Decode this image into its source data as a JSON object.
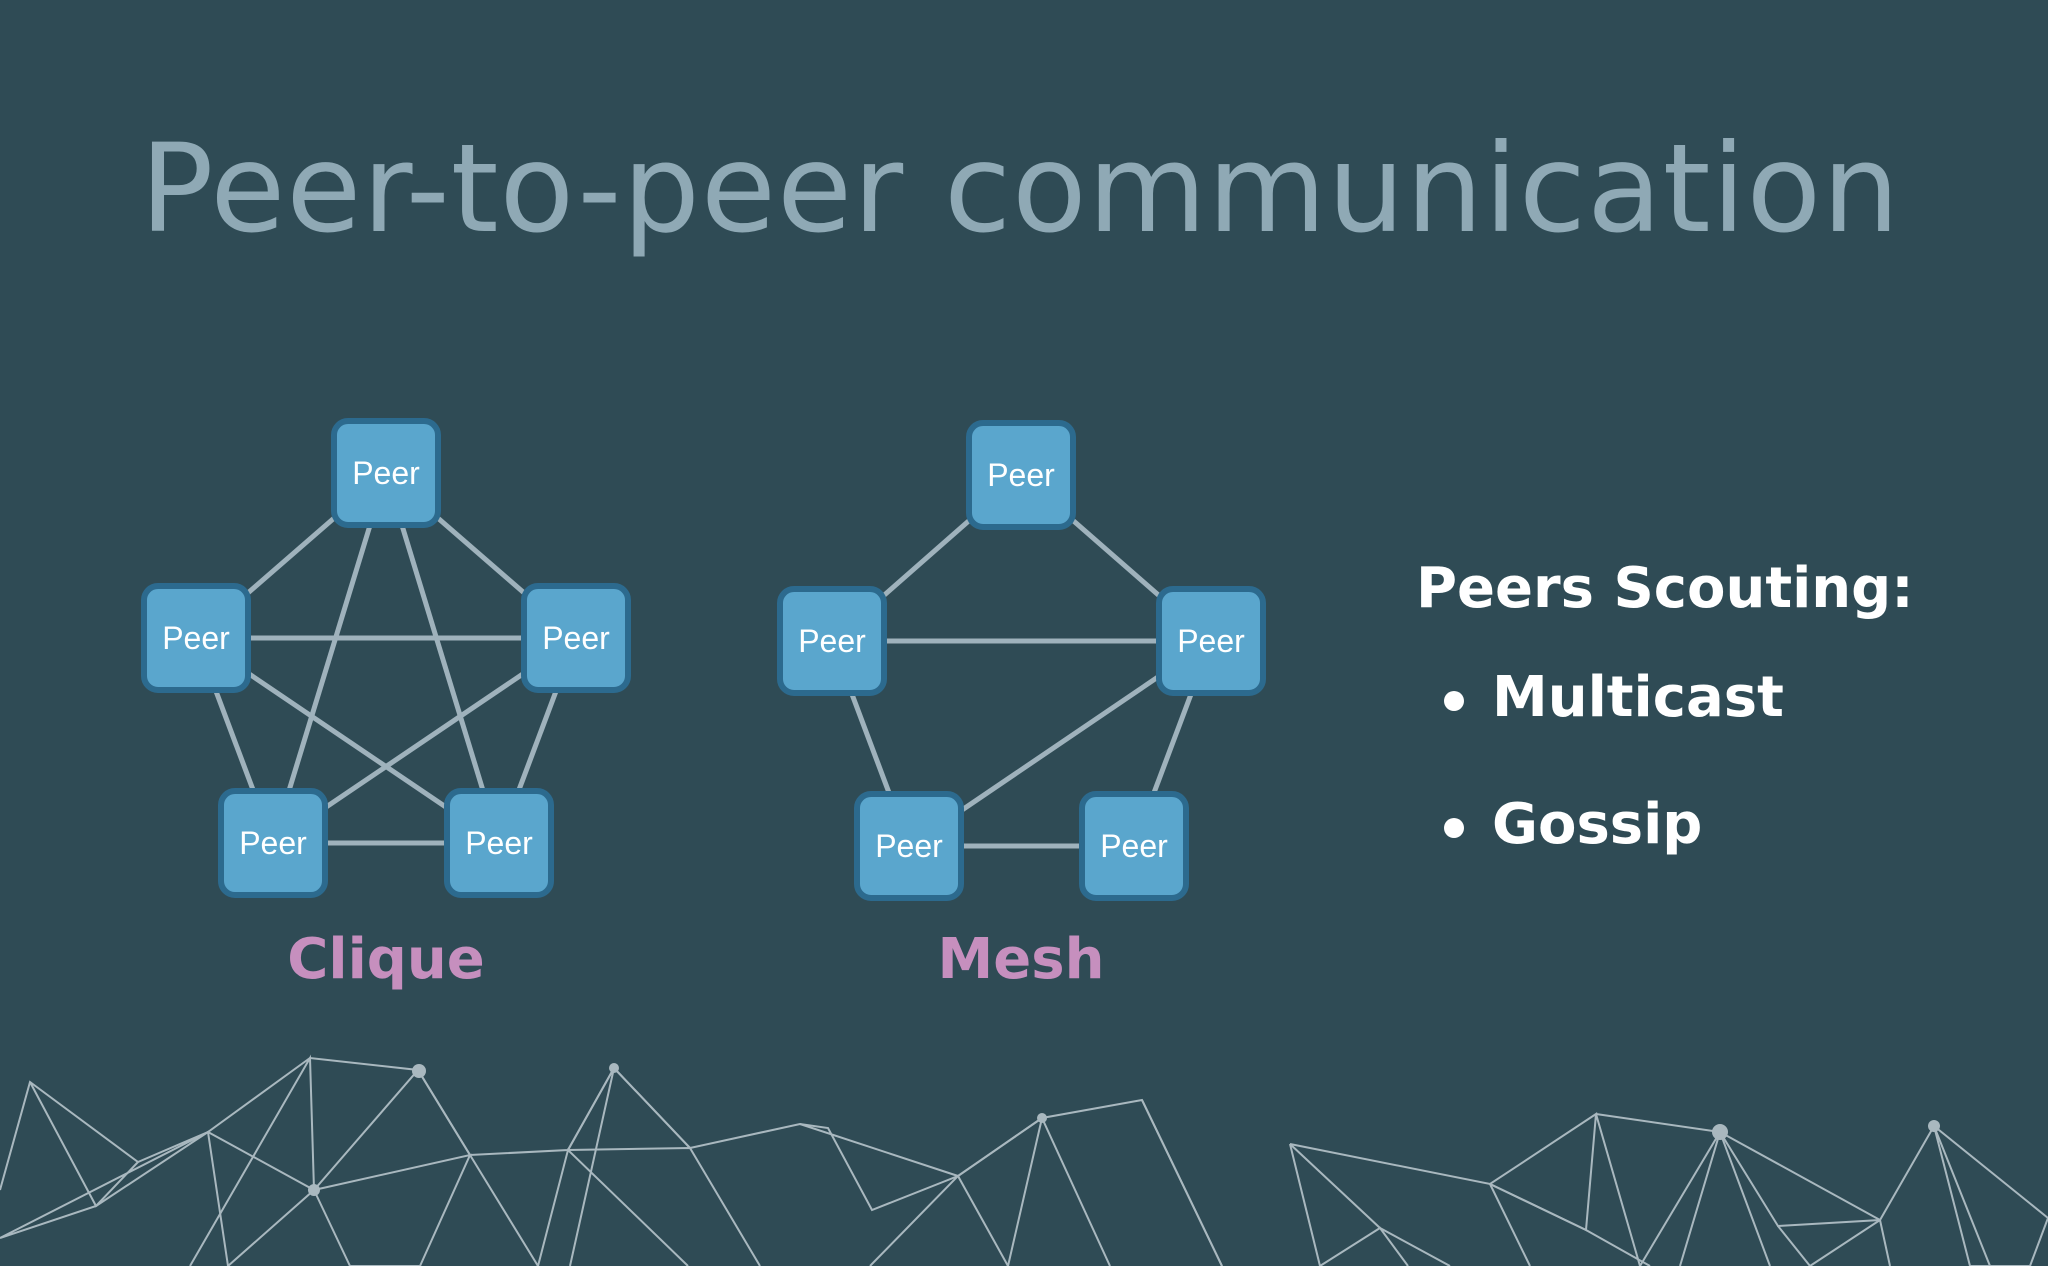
{
  "slide": {
    "title": "Peer-to-peer communication"
  },
  "node_label": "Peer",
  "diagrams": [
    {
      "caption": "Clique",
      "nodes": [
        "Peer",
        "Peer",
        "Peer",
        "Peer",
        "Peer"
      ],
      "edges": [
        [
          0,
          1
        ],
        [
          0,
          2
        ],
        [
          0,
          3
        ],
        [
          0,
          4
        ],
        [
          1,
          2
        ],
        [
          1,
          3
        ],
        [
          1,
          4
        ],
        [
          2,
          3
        ],
        [
          2,
          4
        ],
        [
          3,
          4
        ]
      ]
    },
    {
      "caption": "Mesh",
      "nodes": [
        "Peer",
        "Peer",
        "Peer",
        "Peer",
        "Peer"
      ],
      "edges": [
        [
          0,
          1
        ],
        [
          0,
          2
        ],
        [
          1,
          2
        ],
        [
          1,
          3
        ],
        [
          2,
          3
        ],
        [
          2,
          4
        ],
        [
          3,
          4
        ]
      ]
    }
  ],
  "sidebar": {
    "heading": "Peers Scouting:",
    "items": [
      "Multicast",
      "Gossip"
    ]
  },
  "colors": {
    "background": "#2f4b55",
    "title": "#8fa9b5",
    "node_fill": "#5aa6cd",
    "node_border": "#2c6a8e",
    "edge": "#9fb2bc",
    "caption": "#c68fbe",
    "text": "#ffffff"
  }
}
